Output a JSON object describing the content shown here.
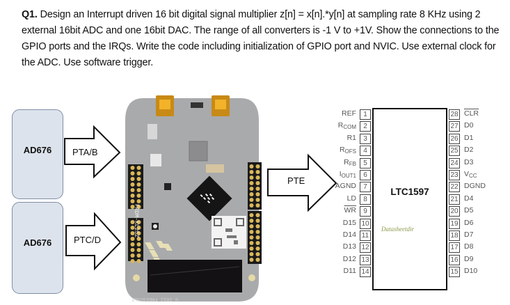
{
  "question": {
    "label": "Q1.",
    "text": " Design an Interrupt driven 16 bit digital signal multiplier z[n] = x[n].*y[n] at sampling rate  8 KHz using 2 external  16bit ADC and one 16bit DAC. The range of all converters is -1 V to +1V. Show the connections to the GPIO ports and the IRQs. Write the code including initialization of GPIO port and NVIC. Use external clock for the ADC. Use software trigger."
  },
  "diagram": {
    "adcs": [
      {
        "label": "AD676",
        "port_label": "PTA/B"
      },
      {
        "label": "AD676",
        "port_label": "PTC/D"
      }
    ],
    "board": {
      "silkscreen_label": "FRDM-KL25Z",
      "bottom_text": "© 2012 FREESCALE"
    },
    "dac_port_label": "PTE",
    "dac": {
      "name": "LTC1597",
      "watermark": "Datasheetdir",
      "left_pins": [
        {
          "num": "1",
          "name": "REF"
        },
        {
          "num": "2",
          "name": "R",
          "sub": "COM"
        },
        {
          "num": "3",
          "name": "R1"
        },
        {
          "num": "4",
          "name": "R",
          "sub": "OFS"
        },
        {
          "num": "5",
          "name": "R",
          "sub": "FB"
        },
        {
          "num": "6",
          "name": "I",
          "sub": "OUT1"
        },
        {
          "num": "7",
          "name": "AGND"
        },
        {
          "num": "8",
          "name": "LD"
        },
        {
          "num": "9",
          "name": "WR",
          "overline": true
        },
        {
          "num": "10",
          "name": "D15"
        },
        {
          "num": "11",
          "name": "D14"
        },
        {
          "num": "12",
          "name": "D13"
        },
        {
          "num": "13",
          "name": "D12"
        },
        {
          "num": "14",
          "name": "D11"
        }
      ],
      "right_pins": [
        {
          "num": "28",
          "name": "CLR",
          "overline": true
        },
        {
          "num": "27",
          "name": "D0"
        },
        {
          "num": "26",
          "name": "D1"
        },
        {
          "num": "25",
          "name": "D2"
        },
        {
          "num": "24",
          "name": "D3"
        },
        {
          "num": "23",
          "name": "V",
          "sub": "CC"
        },
        {
          "num": "22",
          "name": "DGND"
        },
        {
          "num": "21",
          "name": "D4"
        },
        {
          "num": "20",
          "name": "D5"
        },
        {
          "num": "19",
          "name": "D6"
        },
        {
          "num": "18",
          "name": "D7"
        },
        {
          "num": "17",
          "name": "D8"
        },
        {
          "num": "16",
          "name": "D9"
        },
        {
          "num": "15",
          "name": "D10"
        }
      ]
    }
  }
}
